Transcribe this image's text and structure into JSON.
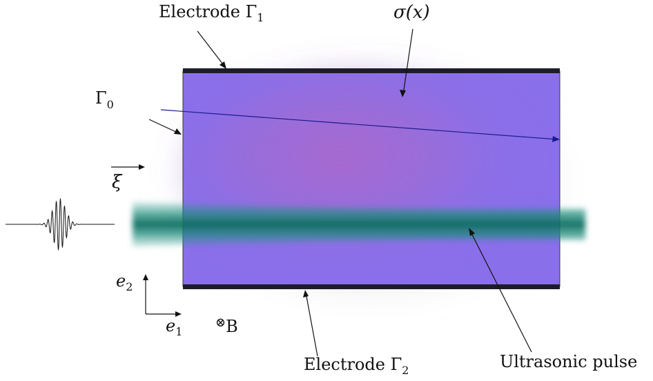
{
  "labels": {
    "electrode_top": "Electrode Γ",
    "electrode_top_sub": "1",
    "electrode_bottom": "Electrode Γ",
    "electrode_bottom_sub": "2",
    "conductivity": "σ(x)",
    "boundary": "Γ",
    "boundary_sub": "0",
    "direction": "ξ",
    "ultrasonic": "Ultrasonic pulse",
    "axis_e1": "e",
    "axis_e1_sub": "1",
    "axis_e2": "e",
    "axis_e2_sub": "2",
    "field_symbol": "⊗",
    "field_label": "B"
  },
  "colors": {
    "medium": "#8A6FEA",
    "medium_dark": "#7A5FD8",
    "medium_glow": "#B067C8",
    "electrode": "#1c1c2a",
    "beam": "#1E8A7A",
    "beam_core": "#0E6A5C",
    "ray": "#1a1a8c",
    "ink": "#111111"
  }
}
